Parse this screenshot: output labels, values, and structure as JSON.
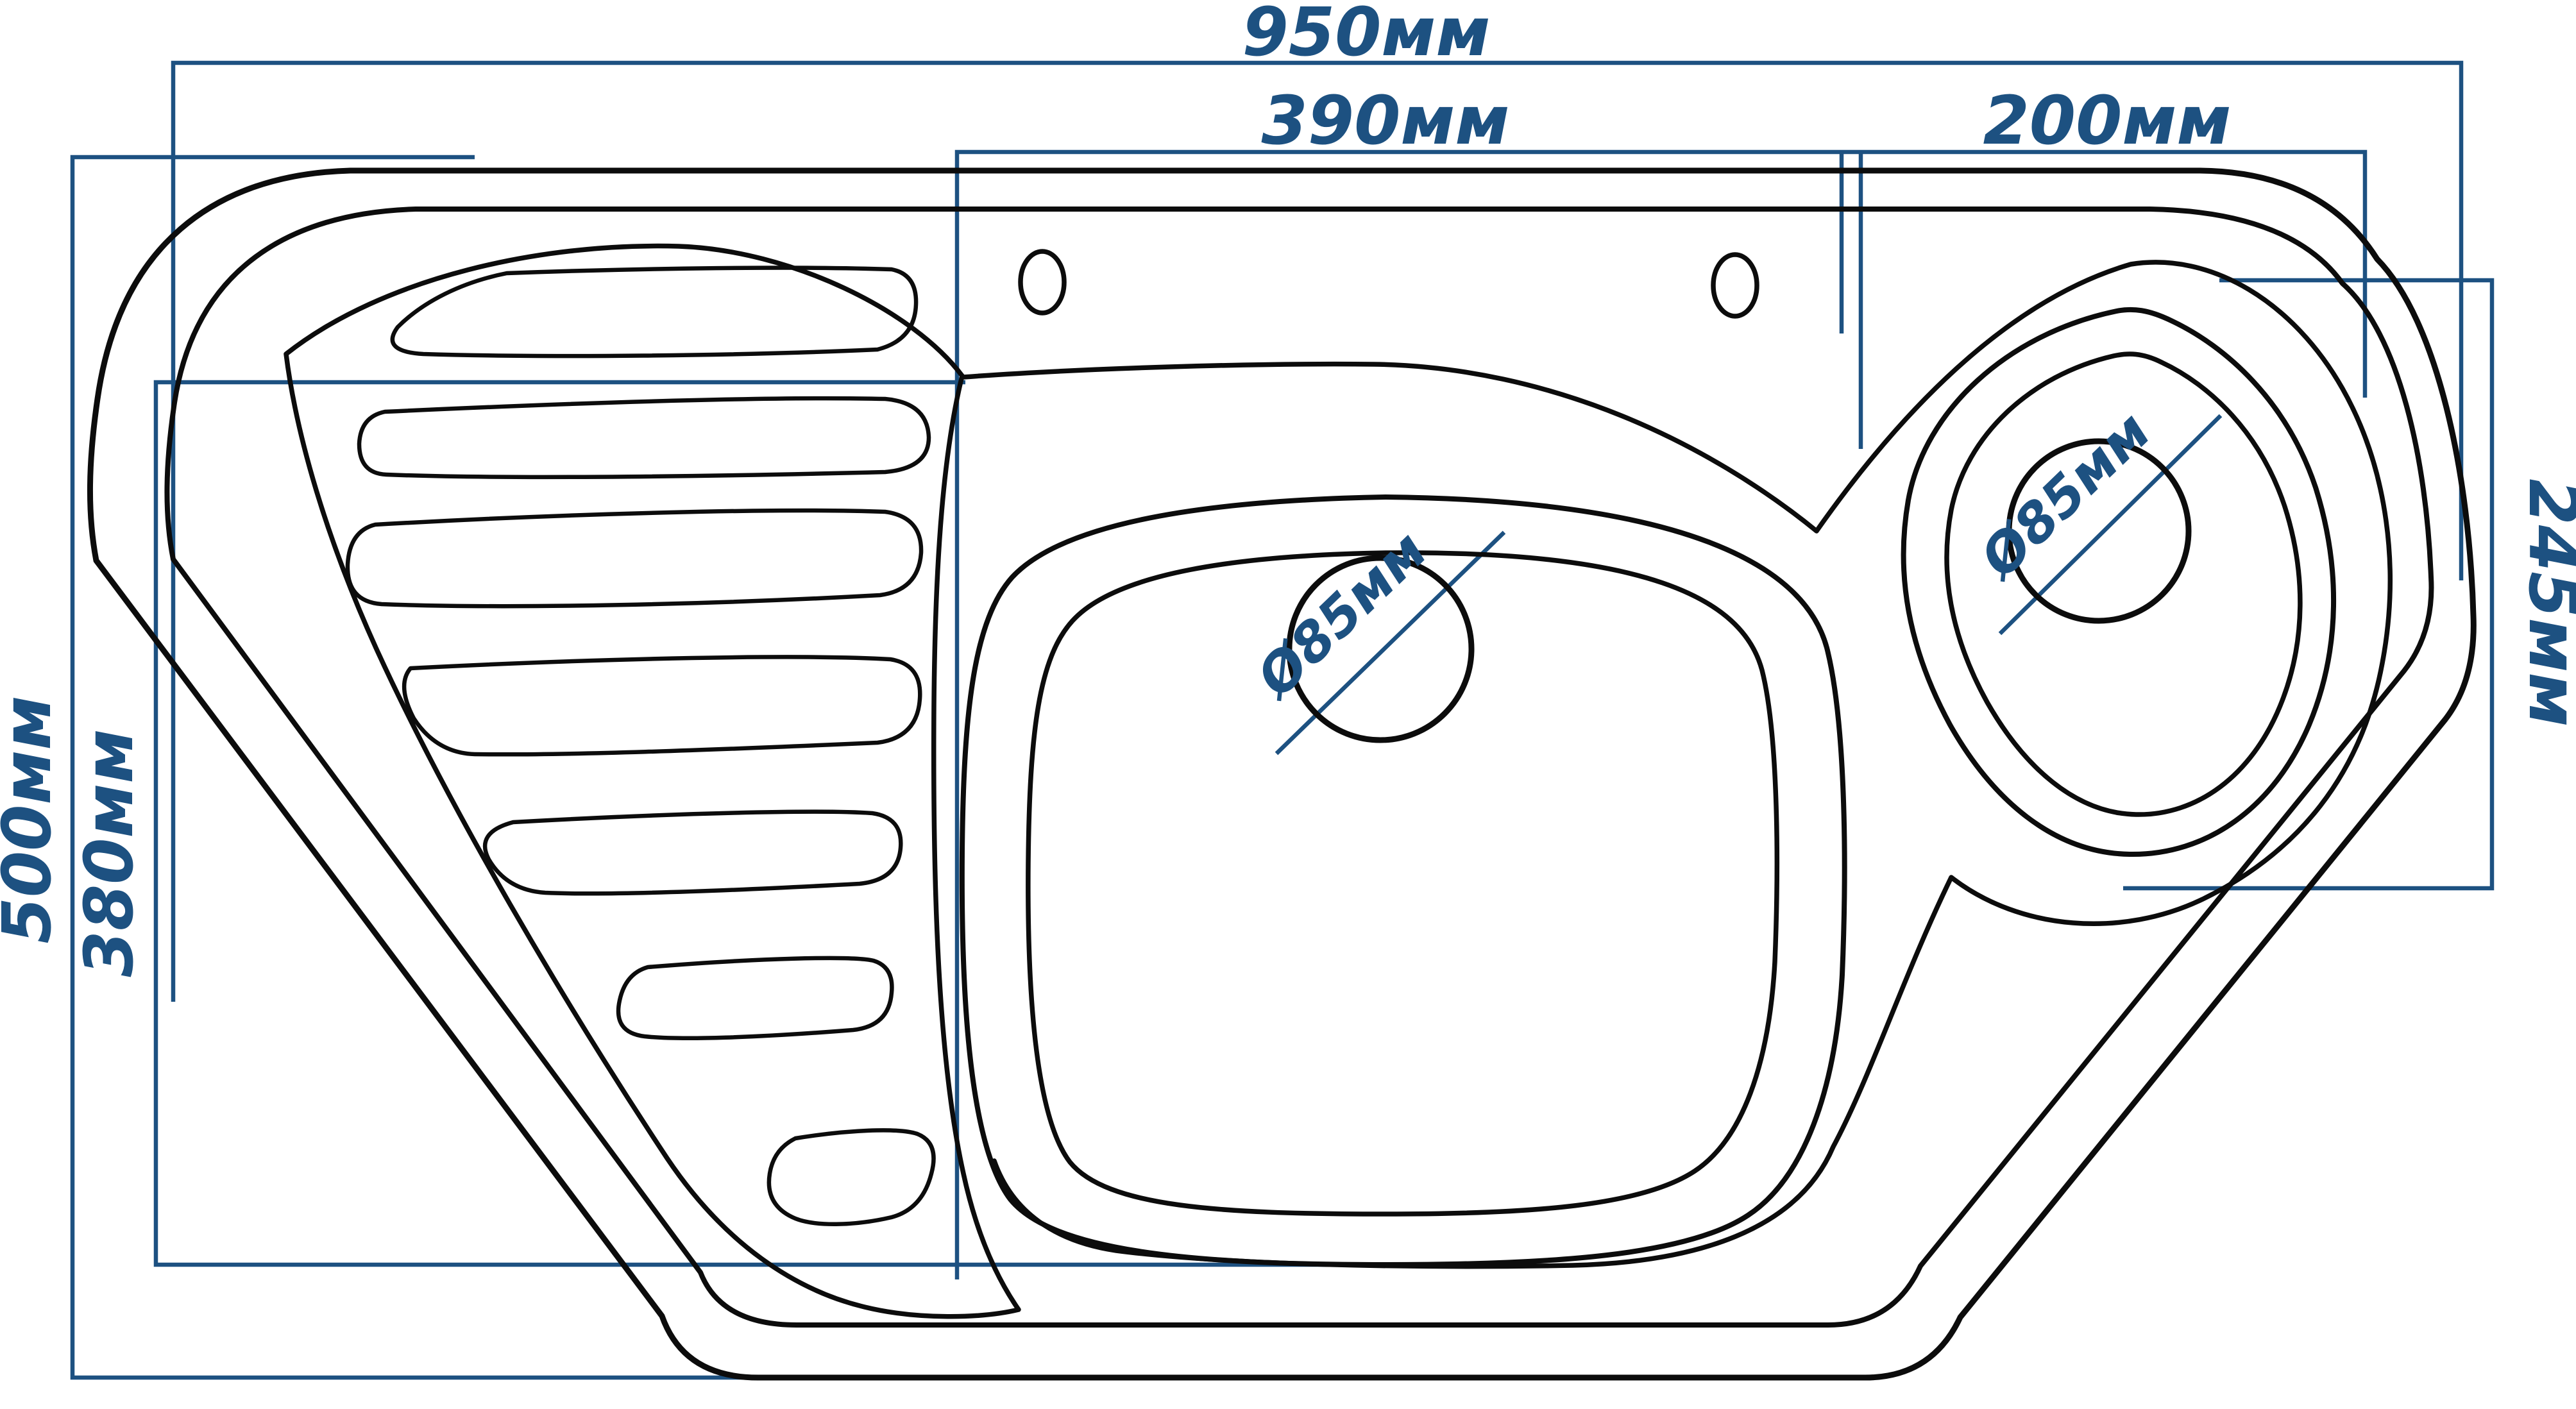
{
  "title": "Corner kitchen sink — technical dimension drawing (top view)",
  "colors": {
    "background": "#ffffff",
    "sink_outline": "#0c0c0c",
    "dimension_accent": "#1d5181"
  },
  "dimensions": {
    "total_width": {
      "label": "950мм",
      "value_mm": 950,
      "orientation": "horizontal"
    },
    "main_bowl_width": {
      "label": "390мм",
      "value_mm": 390,
      "orientation": "horizontal"
    },
    "right_bowl_width": {
      "label": "200мм",
      "value_mm": 200,
      "orientation": "horizontal"
    },
    "total_depth": {
      "label": "500мм",
      "value_mm": 500,
      "orientation": "vertical"
    },
    "bowl_zone_depth": {
      "label": "380мм",
      "value_mm": 380,
      "orientation": "vertical"
    },
    "right_bowl_depth": {
      "label": "245мм",
      "value_mm": 245,
      "orientation": "vertical"
    },
    "main_drain": {
      "label": "Ø85мм",
      "value_mm": 85,
      "orientation": "diagonal"
    },
    "right_drain": {
      "label": "Ø85мм",
      "value_mm": 85,
      "orientation": "diagonal"
    }
  },
  "features": {
    "outer_rim": "sink outer edge",
    "inner_rim": "sink inner rim edge",
    "deck_contour": "bowl deck depression outline",
    "drainboard": "ribbed draining board with 7 ribs",
    "main_bowl": "large square bowl with drain hole",
    "right_bowl": "small corner bowl with drain hole",
    "faucet_holes": 2,
    "drainboard_ribs": 7
  }
}
